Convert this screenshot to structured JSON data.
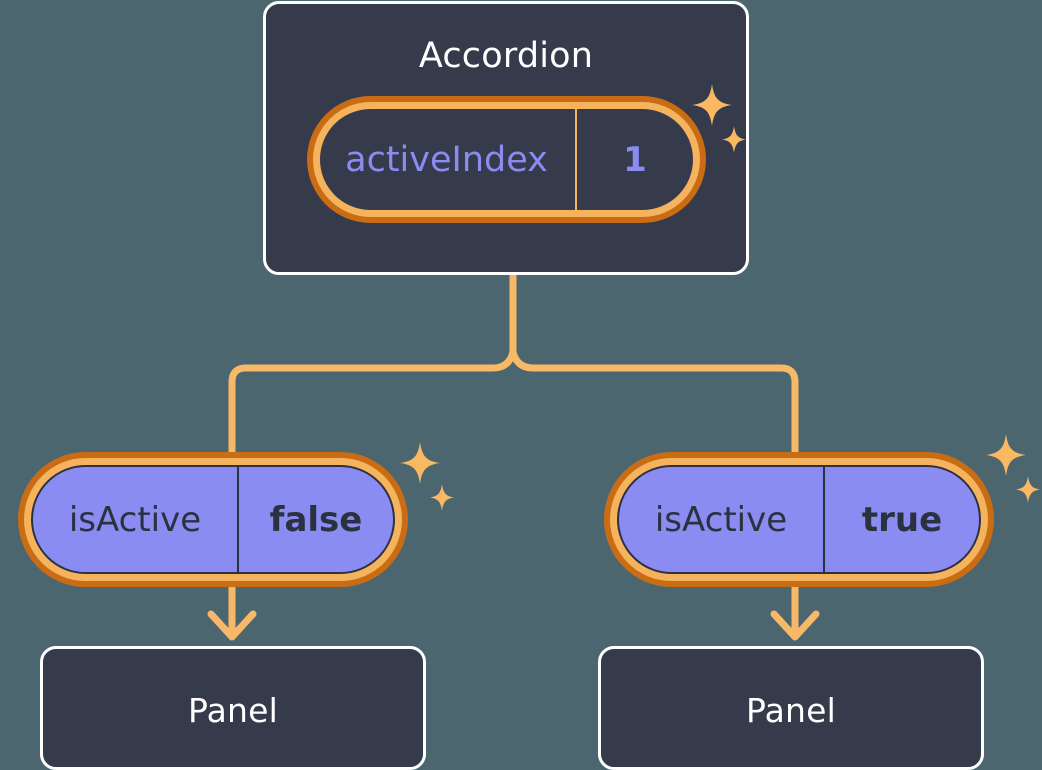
{
  "diagram": {
    "type": "component-state-tree",
    "background_color": "#4c6670",
    "accent_colors": {
      "card_fill": "#353b4b",
      "card_border": "#ffffff",
      "ring_outer": "#c96c13",
      "ring_inner": "#f4b35c",
      "state_fill": "#8b8cf2",
      "connector": "#f7b968",
      "sparkle": "#f9b861"
    }
  },
  "root": {
    "title": "Accordion",
    "state": {
      "key": "activeIndex",
      "value": "1"
    },
    "sparkle_name": "sparkle-icon"
  },
  "branches": [
    {
      "state": {
        "key": "isActive",
        "value": "false"
      },
      "child": {
        "title": "Panel"
      }
    },
    {
      "state": {
        "key": "isActive",
        "value": "true"
      },
      "child": {
        "title": "Panel"
      }
    }
  ]
}
